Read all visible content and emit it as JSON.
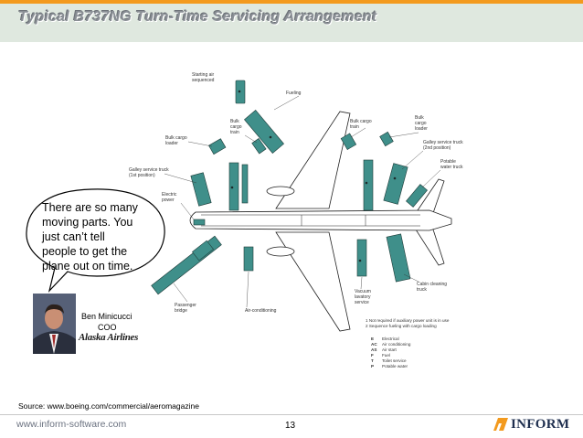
{
  "slide": {
    "title": "Typical B737NG Turn-Time Servicing Arrangement",
    "source": "Source: www.boeing.com/commercial/aeromagazine",
    "footer_url": "www.inform-software.com",
    "page_number": "13",
    "brand": "INFORM"
  },
  "quote": {
    "lines": [
      "There are so many",
      "moving parts. You",
      "just can’t tell",
      "people to get the",
      "plane out on time."
    ]
  },
  "person": {
    "name": "Ben Minicucci",
    "title": "COO",
    "company_logo_text": "Alaska Airlines"
  },
  "diagram": {
    "vehicle_labels": {
      "starting_air": [
        "Starting air",
        "sequenced"
      ],
      "fueling": "Fueling",
      "bulk_cargo_left": [
        "Bulk",
        "cargo",
        "train"
      ],
      "bulk_cargo_loader": [
        "Bulk cargo",
        "loader"
      ],
      "galley_1st": [
        "Galley service truck",
        "(1st position)"
      ],
      "electric_power": [
        "Electric",
        "power"
      ],
      "bulk_cargo_right": [
        "Bulk cargo",
        "train"
      ],
      "bulk_cargo_right2": [
        "Bulk",
        "cargo",
        "loader"
      ],
      "galley_2nd": [
        "Galley service truck",
        "(2nd position)"
      ],
      "potable_water": [
        "Potable",
        "water truck"
      ],
      "passenger_bridge": [
        "Passenger",
        "bridge"
      ],
      "air_conditioning": "Air-conditioning",
      "vacuum_lavatory": [
        "Vacuum",
        "lavatory",
        "service"
      ],
      "cabin_cleaning": [
        "Cabin cleaning",
        "truck"
      ]
    },
    "notes": [
      "1  Not required if auxiliary power unit is in use",
      "2  Sequence fueling with cargo loading"
    ],
    "legend": [
      {
        "key": "E",
        "label": "Electrical"
      },
      {
        "key": "AC",
        "label": "Air conditioning"
      },
      {
        "key": "AS",
        "label": "Air start"
      },
      {
        "key": "F",
        "label": "Fuel"
      },
      {
        "key": "T",
        "label": "Toilet service"
      },
      {
        "key": "P",
        "label": "Potable water"
      }
    ],
    "colors": {
      "vehicle": "#3f8f8a",
      "outline": "#222222",
      "accent": "#f39a1e"
    }
  }
}
